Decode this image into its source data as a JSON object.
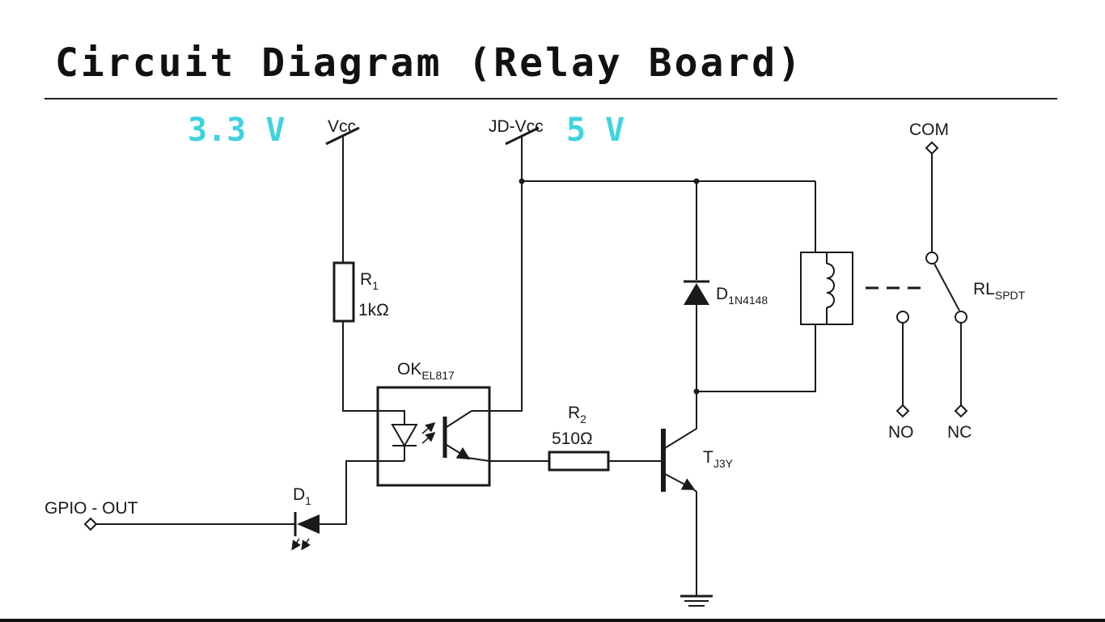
{
  "title": "Circuit Diagram (Relay Board)",
  "colors": {
    "voltage_accent": "#3fd3df",
    "wire": "#1a1a1a",
    "background": "#ffffff"
  },
  "supplies": {
    "vcc_voltage": "3.3 V",
    "vcc_label": "Vcc",
    "jd_vcc_label": "JD-Vcc",
    "jd_vcc_voltage": "5 V"
  },
  "components": {
    "r1": {
      "name": "R",
      "sub": "1",
      "value": "1kΩ"
    },
    "r2": {
      "name": "R",
      "sub": "2",
      "value": "510Ω"
    },
    "optocoupler": {
      "name": "OK",
      "sub": "EL817"
    },
    "diode": {
      "name": "D",
      "sub": "1N4148"
    },
    "led": {
      "name": "D",
      "sub": "1"
    },
    "transistor": {
      "name": "T",
      "sub": "J3Y"
    },
    "relay": {
      "name": "RL",
      "sub": "SPDT"
    }
  },
  "terminals": {
    "gpio": "GPIO - OUT",
    "com": "COM",
    "no": "NO",
    "nc": "NC"
  }
}
